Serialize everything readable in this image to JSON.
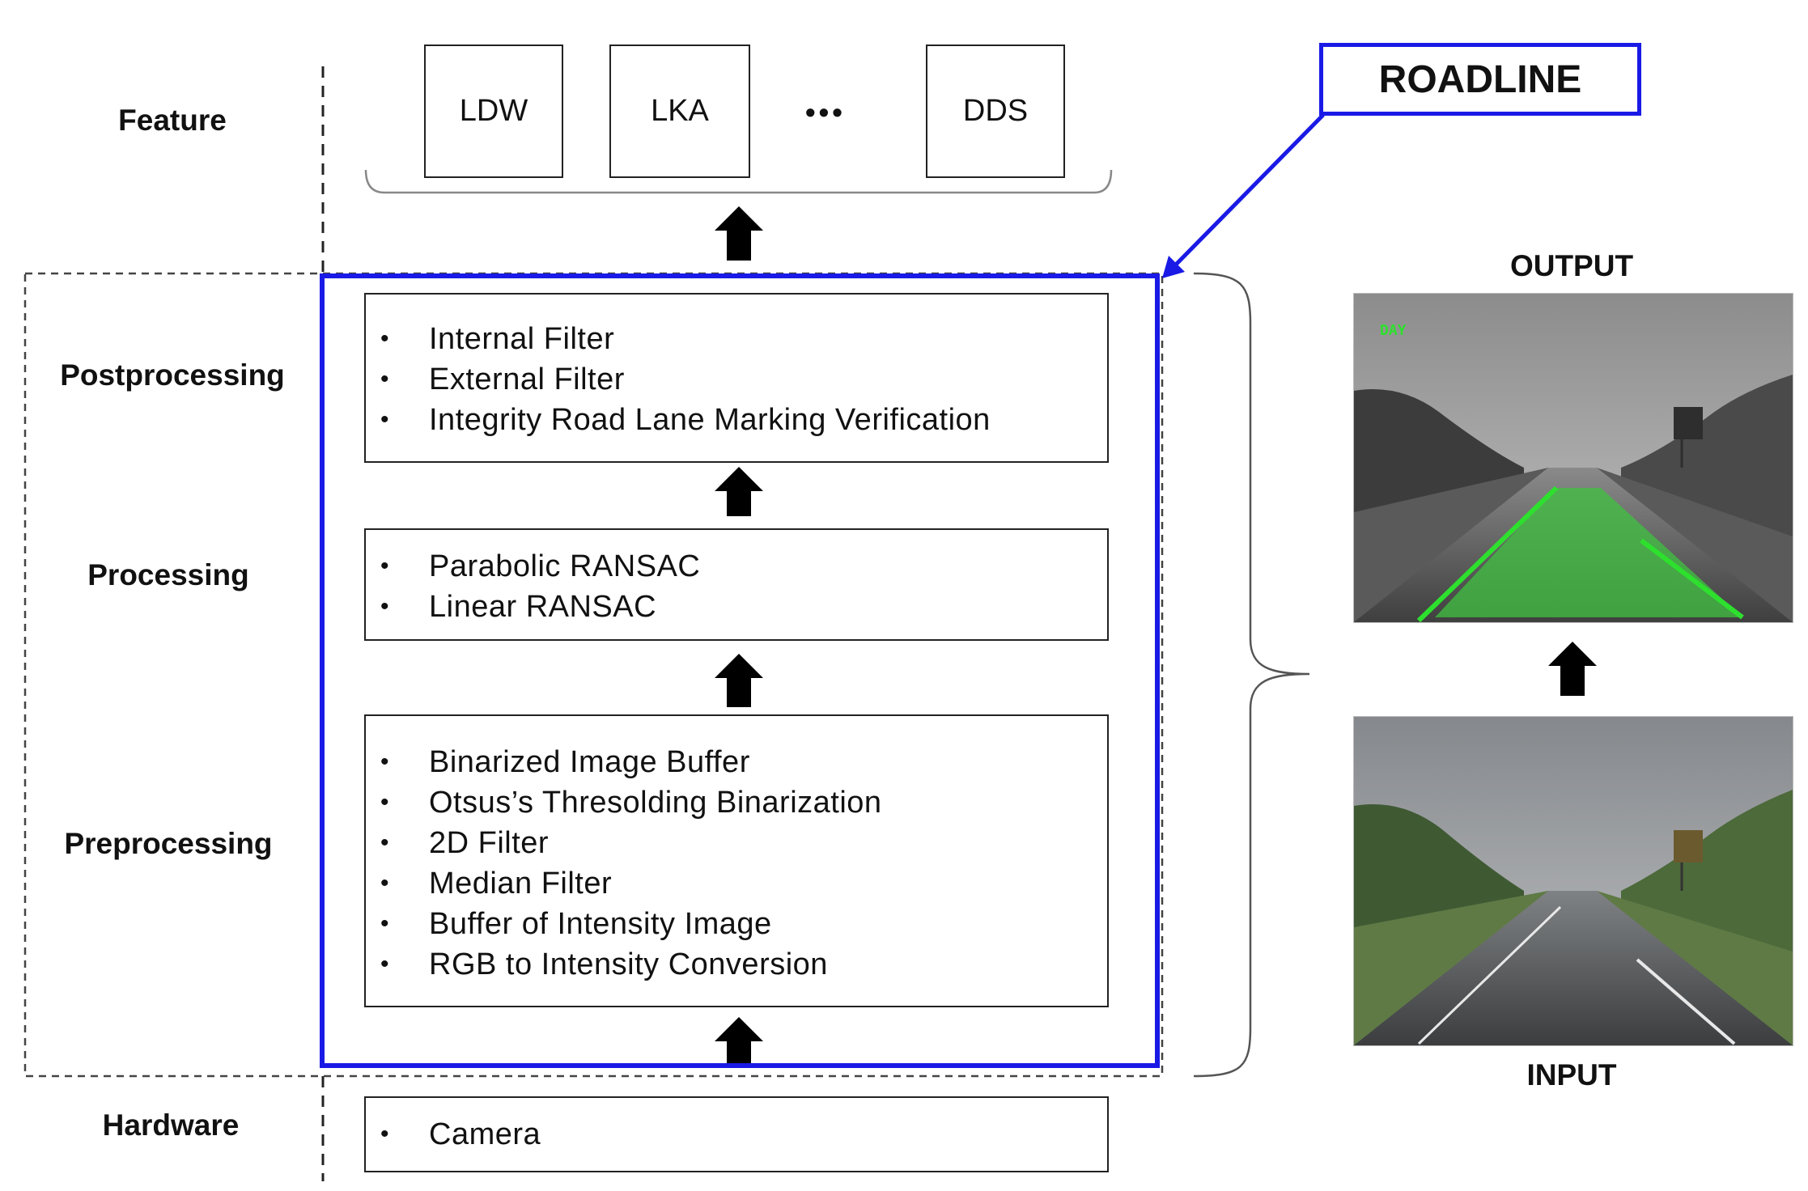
{
  "layers": {
    "feature": "Feature",
    "postprocessing": "Postprocessing",
    "processing": "Processing",
    "preprocessing": "Preprocessing",
    "hardware": "Hardware"
  },
  "features": {
    "ldw": "LDW",
    "lka": "LKA",
    "ellipsis": "•••",
    "dds": "DDS"
  },
  "roadline": "ROADLINE",
  "postprocessing_items": [
    "Internal  Filter",
    "External  Filter",
    "Integrity  Road  Lane  Marking  Verification"
  ],
  "processing_items": [
    "Parabolic  RANSAC",
    "Linear  RANSAC"
  ],
  "preprocessing_items": [
    "Binarized  Image  Buffer",
    "Otsus’s  Thresolding  Binarization",
    "2D  Filter",
    "Median  Filter",
    "Buffer  of  Intensity  Image",
    "RGB  to  Intensity  Conversion"
  ],
  "hardware_items": [
    "Camera"
  ],
  "output_label": "OUTPUT",
  "input_label": "INPUT",
  "output_overlay_text": "DAY",
  "colors": {
    "roadline_blue": "#1a1ae6",
    "lane_green": "#2ee02e",
    "arrow": "#000000"
  }
}
